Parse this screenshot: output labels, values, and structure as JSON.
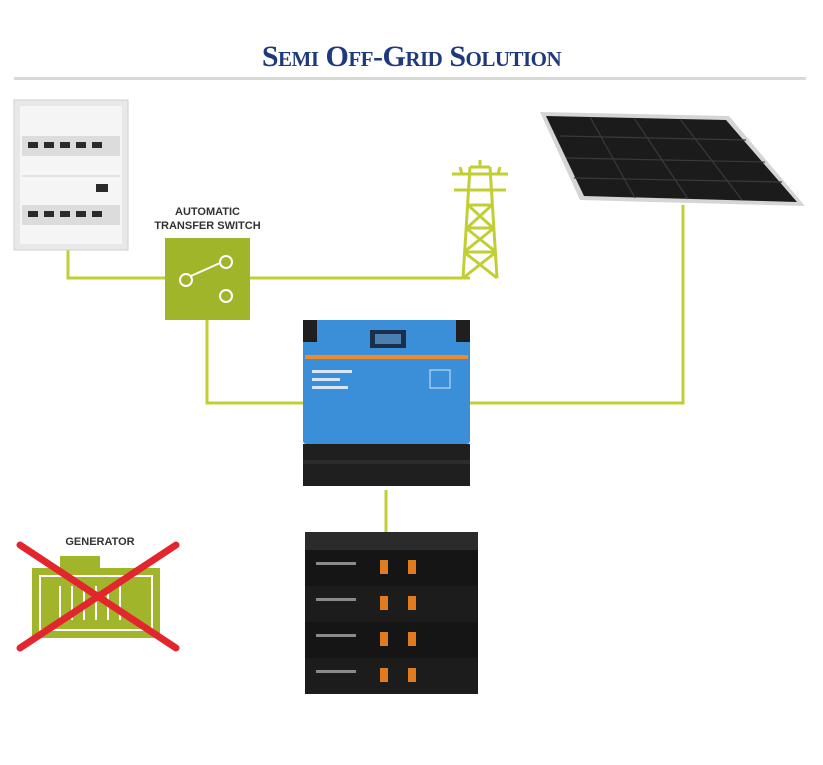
{
  "title": "Semi Off-Grid Solution",
  "labels": {
    "ats_line1": "AUTOMATIC",
    "ats_line2": "TRANSFER SWITCH",
    "generator": "GENERATOR"
  },
  "colors": {
    "wire": "#c1cf34",
    "ats_box": "#a1b52a",
    "inverter": "#3b8fd8",
    "cross": "#e3262d",
    "title": "#1f3a7a"
  }
}
